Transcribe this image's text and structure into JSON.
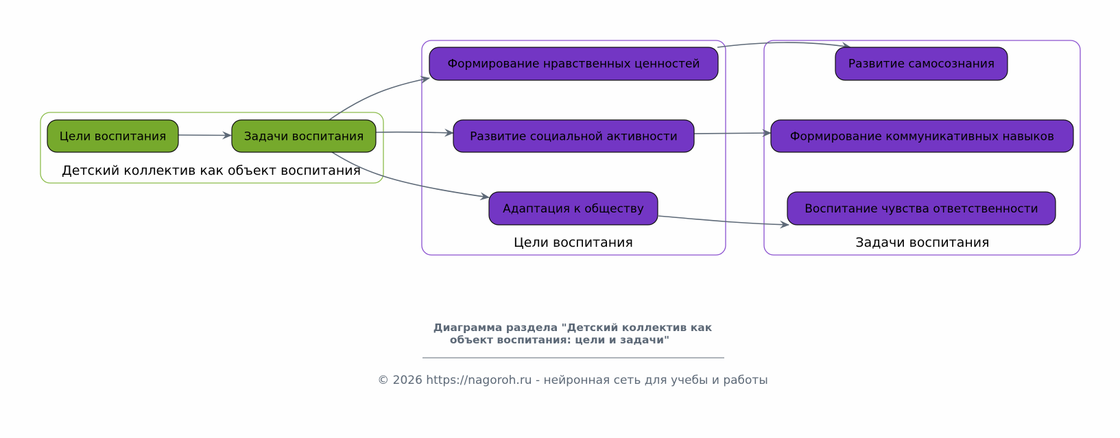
{
  "colors": {
    "green_fill": "#76a92c",
    "green_border": "#8bbc4a",
    "purple_fill": "#7336c4",
    "purple_border": "#8a50cf",
    "edge": "#5d6977",
    "footer_text": "#5d6977"
  },
  "clusters": {
    "left": {
      "label": "Детский коллектив как объект воспитания"
    },
    "middle": {
      "label": "Цели воспитания"
    },
    "right": {
      "label": "Задачи воспитания"
    }
  },
  "nodes": {
    "goals": "Цели воспитания",
    "tasks": "Задачи воспитания",
    "moral_values": "Формирование нравственных ценностей",
    "social_activity": "Развитие социальной активности",
    "adaptation": "Адаптация к обществу",
    "self_awareness": "Развитие самосознания",
    "communication": "Формирование коммуникативных навыков",
    "responsibility": "Воспитание чувства ответственности"
  },
  "edges": [
    {
      "from": "goals",
      "to": "tasks"
    },
    {
      "from": "tasks",
      "to": "moral_values"
    },
    {
      "from": "tasks",
      "to": "social_activity"
    },
    {
      "from": "tasks",
      "to": "adaptation"
    },
    {
      "from": "moral_values",
      "to": "self_awareness"
    },
    {
      "from": "social_activity",
      "to": "communication"
    },
    {
      "from": "adaptation",
      "to": "responsibility"
    }
  ],
  "footer": {
    "title_line1": "Диаграмма раздела \"Детский коллектив как",
    "title_line2": "объект воспитания: цели и задачи\"",
    "separator": "________________________________________________",
    "copyright": "© 2026 https://nagoroh.ru - нейронная сеть для учебы и работы"
  }
}
